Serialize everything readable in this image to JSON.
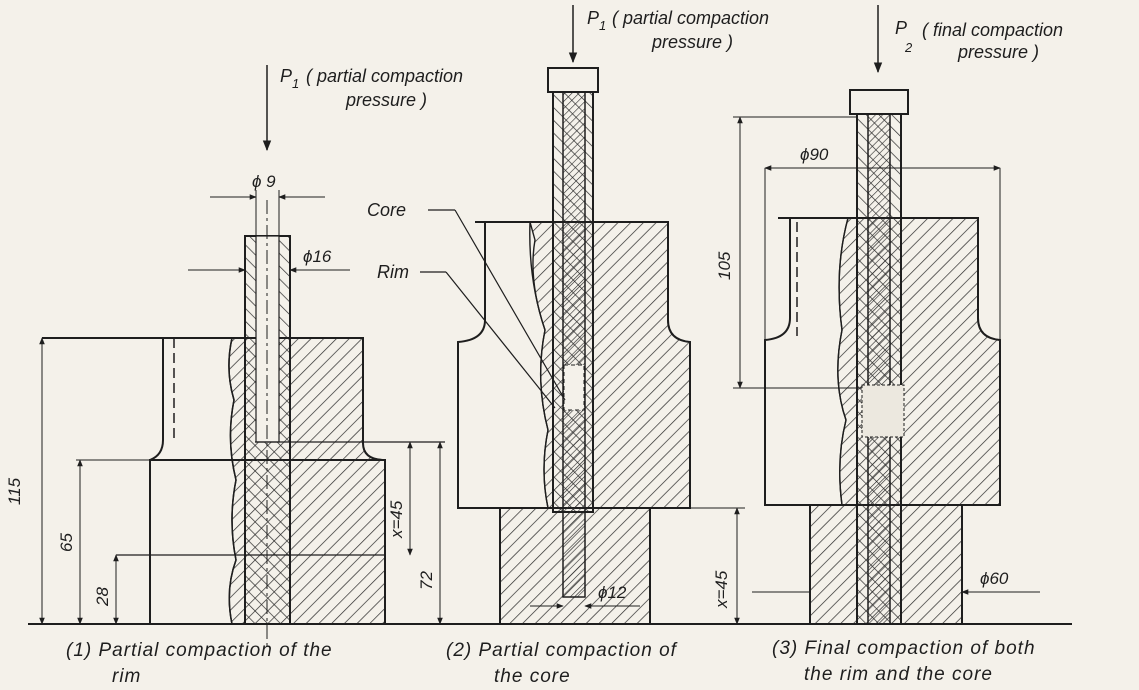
{
  "stage1": {
    "force_symbol": "P",
    "force_sub": "1",
    "force_line1": "( partial compaction",
    "force_line2": "pressure )",
    "dia_inner": "ϕ 9",
    "dia_outer": "ϕ16",
    "h_total": "115",
    "h_65": "65",
    "h_28": "28",
    "x_dim": "x=45",
    "h_72": "72",
    "caption_line1": "(1) Partial compaction of the",
    "caption_line2": "rim"
  },
  "stage2": {
    "force_symbol": "P",
    "force_sub": "1",
    "force_line1": "( partial compaction",
    "force_line2": "pressure )",
    "core_label": "Core",
    "rim_label": "Rim",
    "x_dim": "x=45",
    "dia": "ϕ12",
    "caption_line1": "(2) Partial compaction of",
    "caption_line2": "the core"
  },
  "stage3": {
    "force_symbol": "P",
    "force_sub": "2",
    "force_line1": "( final compaction",
    "force_line2": "pressure )",
    "dia_90": "ϕ90",
    "h_105": "105",
    "dia_60": "ϕ60",
    "caption_line1": "(3) Final compaction of both",
    "caption_line2": "the rim and the core"
  }
}
